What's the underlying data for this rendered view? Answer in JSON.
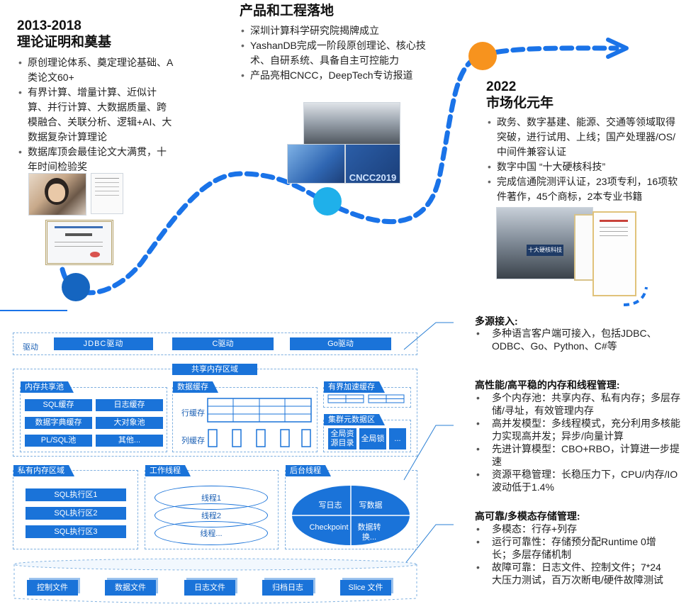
{
  "timeline": {
    "m1": {
      "year": "2013-2018",
      "title": "理论证明和奠基",
      "items": [
        "原创理论体系、奠定理论基础、A类论文60+",
        "有界计算、增量计算、近似计算、并行计算、大数据质量、跨模融合、关联分析、逻辑+AI、大数据复杂计算理论",
        "数据库顶会最佳论文大满贯，十年时间检验奖"
      ]
    },
    "m2": {
      "title": "产品和工程落地",
      "items": [
        "深圳计算科学研究院揭牌成立",
        "YashanDB完成一阶段原创理论、核心技术、自研系统、具备自主可控能力",
        "产品亮相CNCC，DeepTech专访报道"
      ],
      "photo_caption": "CNCC2019"
    },
    "m3": {
      "year": "2022",
      "title": "市场化元年",
      "items": [
        "政务、数字基建、能源、交通等领域取得突破，进行试用、上线；国产处理器/OS/中间件兼容认证",
        "数字中国 “十大硬核科技”",
        "完成信通院测评认证，23项专利，16项软件著作，45个商标，2本专业书籍"
      ],
      "photo_caption": "十大硬核科技"
    },
    "colors": {
      "dot1": "#1565c0",
      "dot2": "#1fb0ea",
      "dot3": "#f7931e",
      "path": "#1a73e8"
    }
  },
  "arch": {
    "driver": {
      "label": "驱动",
      "items": [
        "JDBC驱动",
        "C驱动",
        "Go驱动"
      ]
    },
    "shared": {
      "title": "共享内存区域",
      "pool": {
        "title": "内存共享池",
        "items": [
          "SQL缓存",
          "日志缓存",
          "数据字典缓存",
          "大对象池",
          "PL/SQL池",
          "其他..."
        ]
      },
      "cache": {
        "title": "数据缓存",
        "row": "行缓存",
        "col": "列缓存"
      },
      "bounded": {
        "title": "有界加速缓存"
      },
      "cluster": {
        "title": "集群元数据区",
        "items": [
          "全局资源目录",
          "全局锁",
          "..."
        ]
      }
    },
    "private": {
      "title": "私有内存区域",
      "items": [
        "SQL执行区1",
        "SQL执行区2",
        "SQL执行区3"
      ]
    },
    "work": {
      "title": "工作线程",
      "items": [
        "线程1",
        "线程2",
        "线程..."
      ]
    },
    "bg": {
      "title": "后台线程",
      "items": [
        "写日志",
        "写数据",
        "Checkpoint",
        "数据转换..."
      ]
    },
    "files": [
      "控制文件",
      "数据文件",
      "日志文件",
      "归档日志",
      "Slice 文件"
    ]
  },
  "right": {
    "s1": {
      "title": "多源接入:",
      "items": [
        "多种语言客户端可接入，包括JDBC、ODBC、Go、Python、C#等"
      ]
    },
    "s2": {
      "title": "高性能/高平稳的内存和线程管理:",
      "items": [
        "多个内存池：共享内存、私有内存；多层存储/寻址，有效管理内存",
        "高并发模型：多线程模式，充分利用多核能力实现高并发；异步/向量计算",
        "先进计算模型：CBO+RBO，计算进一步提速",
        "资源平稳管理：长稳压力下，CPU/内存/IO波动低于1.4%"
      ]
    },
    "s3": {
      "title": "高可靠/多模态存储管理:",
      "items": [
        "多模态：行存+列存",
        "运行可靠性：存储预分配Runtime 0增长；多层存储机制",
        "故障可靠：日志文件、控制文件；7*24大压力测试，百万次断电/硬件故障测试"
      ]
    }
  }
}
